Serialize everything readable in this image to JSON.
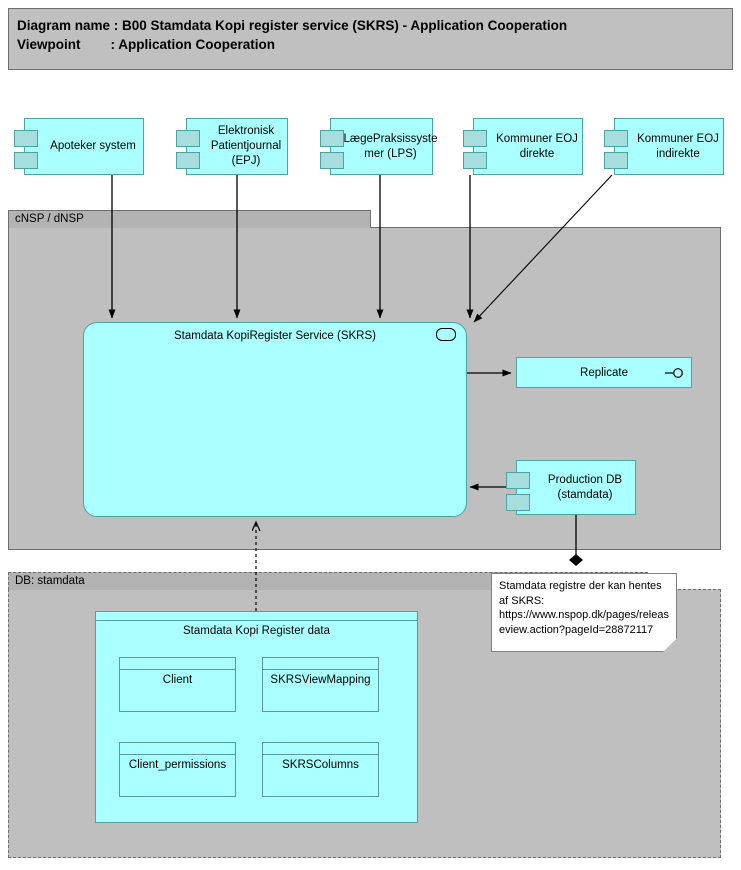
{
  "header": {
    "line1": "Diagram name : B00 Stamdata Kopi register service (SKRS) - Application Cooperation",
    "line2": "Viewpoint        : Application Cooperation"
  },
  "groups": {
    "cnsp": {
      "label": "cNSP / dNSP"
    },
    "db": {
      "label": "DB: stamdata"
    }
  },
  "actors": [
    {
      "id": "apoteker",
      "label": "Apoteker system"
    },
    {
      "id": "epj",
      "label": "Elektronisk Patientjournal (EPJ)"
    },
    {
      "id": "lps",
      "label": "LægePraksissyste mer (LPS)"
    },
    {
      "id": "eoj-direkte",
      "label": "Kommuner EOJ direkte"
    },
    {
      "id": "eoj-indirekte",
      "label": "Kommuner EOJ indirekte"
    }
  ],
  "service": {
    "label": "Stamdata KopiRegister Service (SKRS)",
    "interface_icon": "provided-interface-icon"
  },
  "replicate": {
    "label": "Replicate",
    "interface_icon": "lollipop-interface-icon"
  },
  "production_db": {
    "label": "Production DB (stamdata)"
  },
  "note": {
    "text": "Stamdata registre der kan hentes af SKRS: https://www.nspop.dk/pages/releaseview.action?pageId=28872117"
  },
  "data_group": {
    "title": "Stamdata Kopi Register data",
    "entities": [
      {
        "id": "client",
        "label": "Client"
      },
      {
        "id": "skrsviewmapping",
        "label": "SKRSViewMapping"
      },
      {
        "id": "client-permissions",
        "label": "Client_permissions"
      },
      {
        "id": "skrscolumns",
        "label": "SKRSColumns"
      }
    ]
  },
  "colors": {
    "component_fill": "#AAFFFF",
    "component_border": "#4BA3A3",
    "group_fill": "#BFBFBF",
    "group_tab_fill": "#B3B3B3",
    "group_border": "#6E6E6E",
    "title_fill": "#C0C0C0",
    "note_fill": "#FFFFFF",
    "connector": "#000000"
  }
}
